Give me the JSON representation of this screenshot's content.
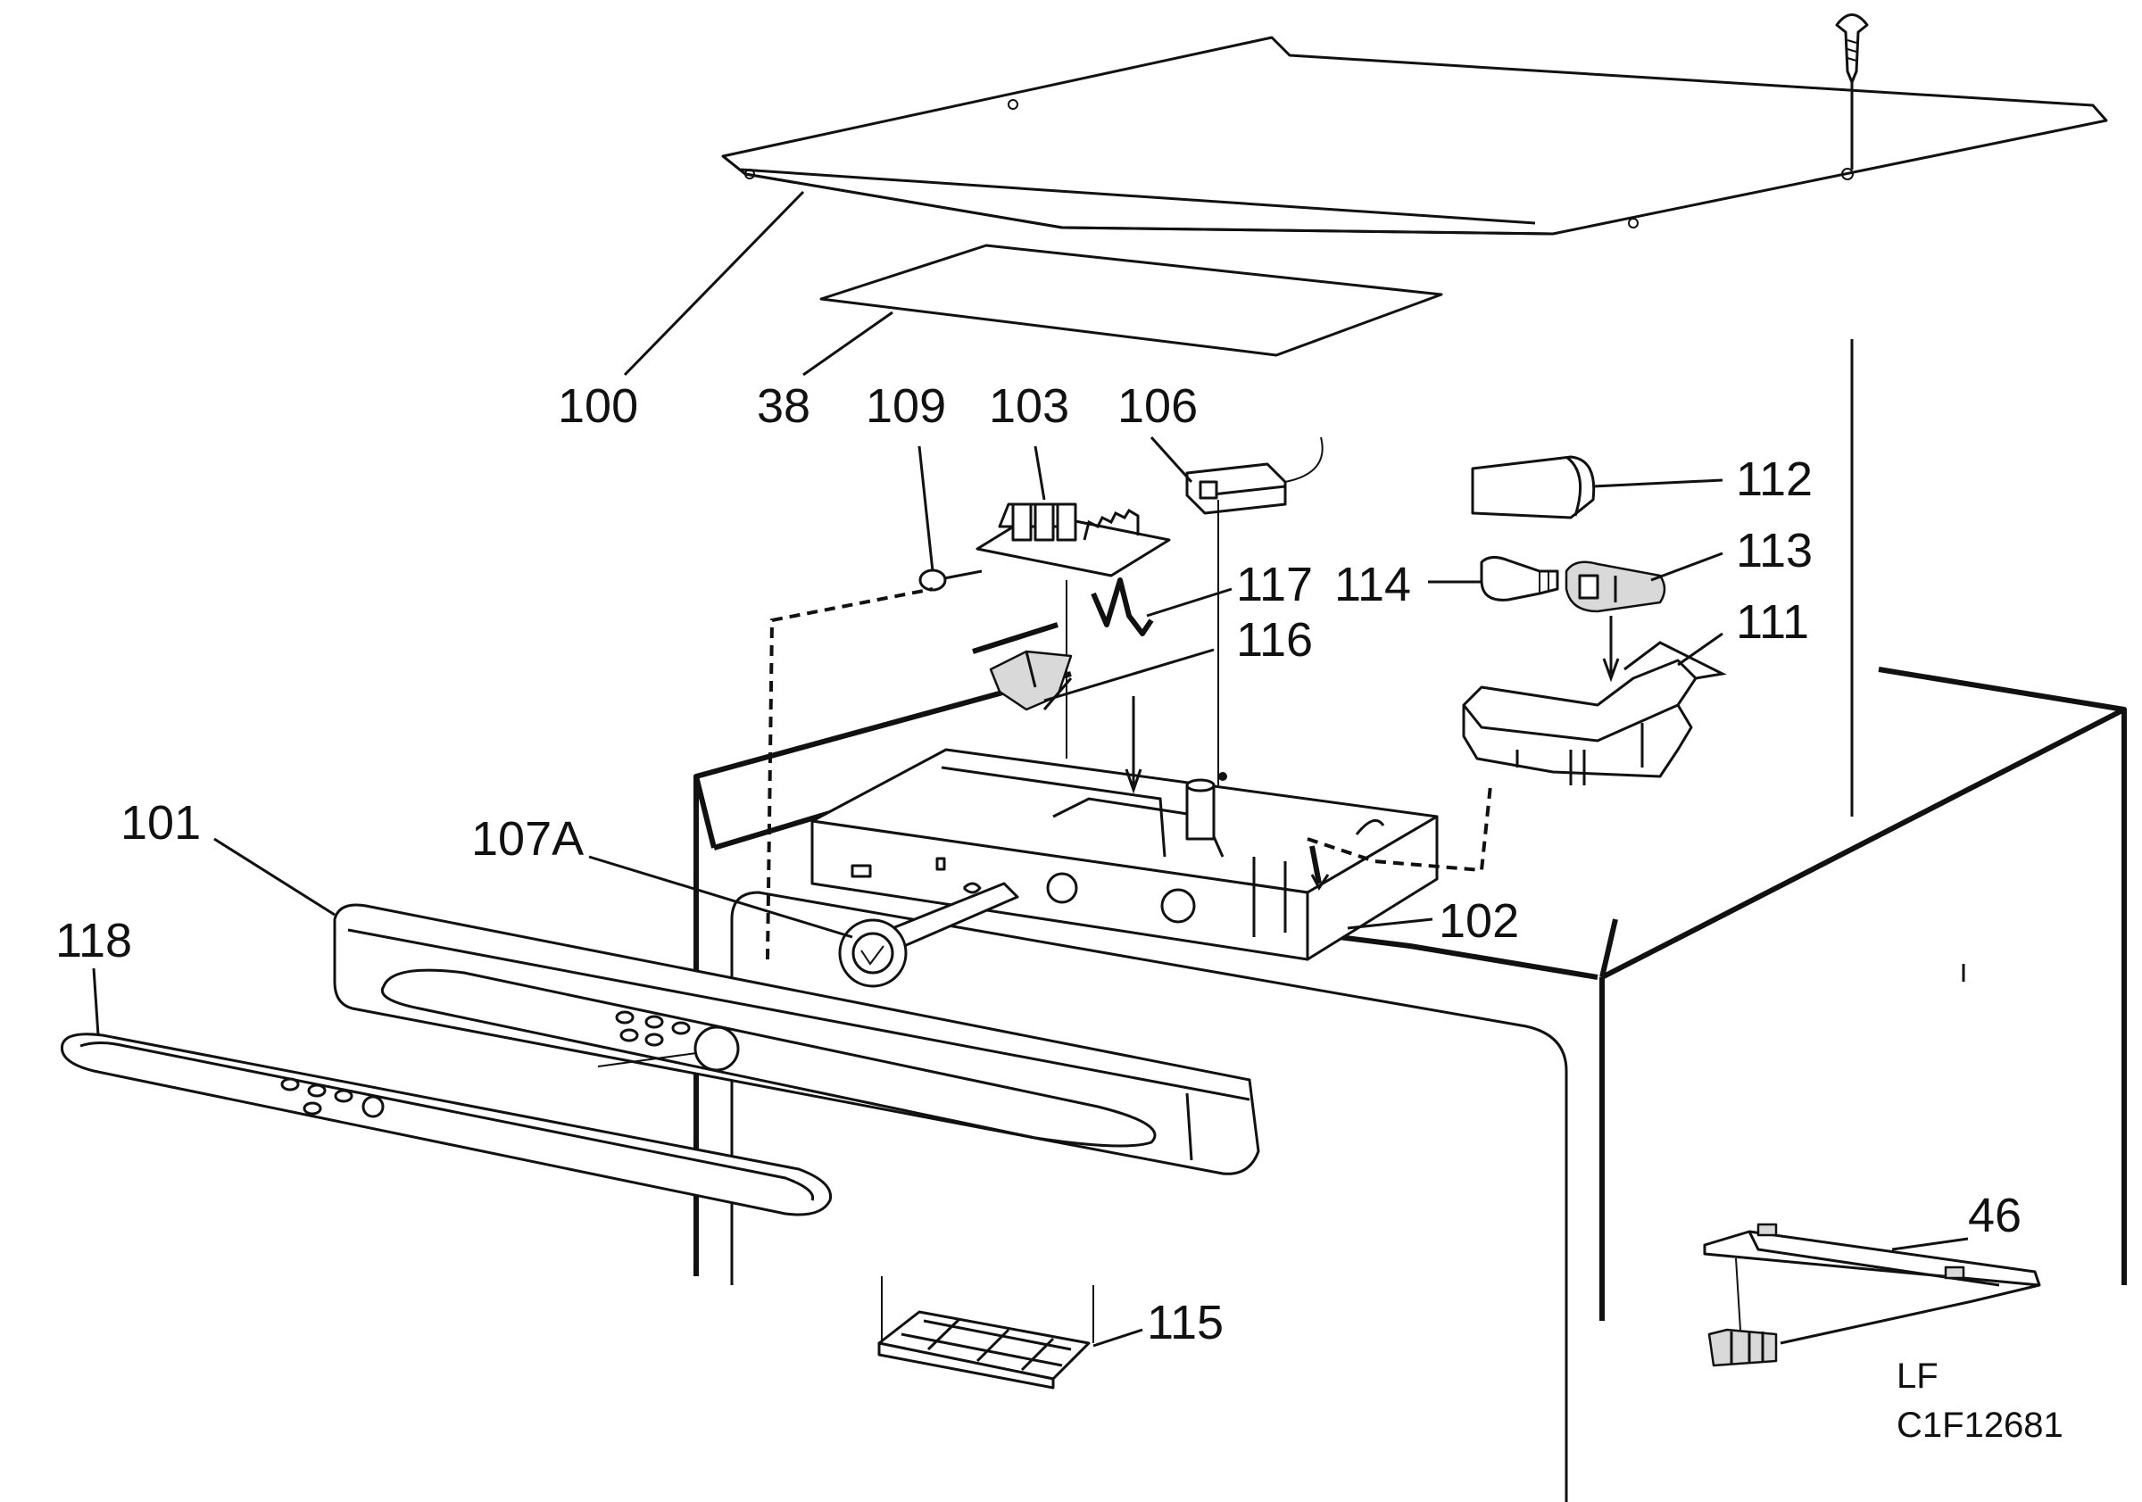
{
  "diagram": {
    "part_labels": {
      "p100": "100",
      "p38": "38",
      "p109": "109",
      "p103": "103",
      "p106": "106",
      "p112": "112",
      "p113": "113",
      "p114": "114",
      "p117": "117",
      "p116": "116",
      "p111": "111",
      "p101": "101",
      "p107a": "107A",
      "p102": "102",
      "p118": "118",
      "p46": "46",
      "p115": "115"
    },
    "drawing_code": {
      "line1": "LF",
      "line2": "C1F12681"
    }
  }
}
